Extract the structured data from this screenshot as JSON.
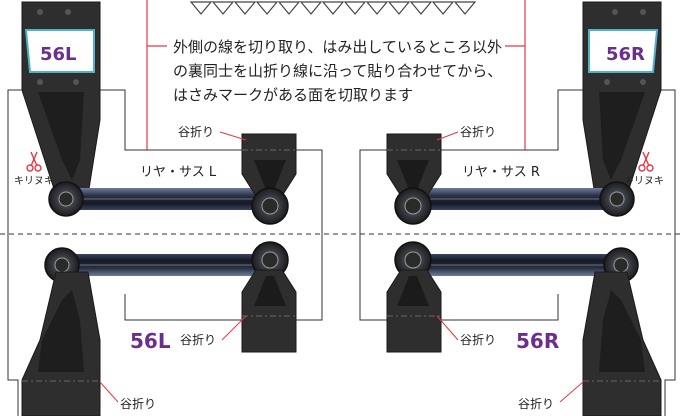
{
  "instructions": {
    "line1": "外側の線を切り取り、はみ出しているところ以外",
    "line2": "の裏同士を山折り線に沿って貼り合わせてから、",
    "line3": "はさみマークがある面を切取ります"
  },
  "fold_label": "谷折り",
  "cut_label": "キリヌキ",
  "left": {
    "part_label": "リヤ・サス L",
    "tag_top": "56L",
    "tag_bottom": "56L"
  },
  "right": {
    "part_label": "リヤ・サス R",
    "tag_top": "56R",
    "tag_bottom": "56R"
  },
  "colors": {
    "red_line": "#e53947",
    "dark": "#2b2b2b",
    "dark_mid": "#3c3c3c",
    "steel": "#8c98a6",
    "tag_text": "#6b2d8f",
    "tag_border": "#4fb2c8",
    "cut_icon": "#e53947"
  }
}
